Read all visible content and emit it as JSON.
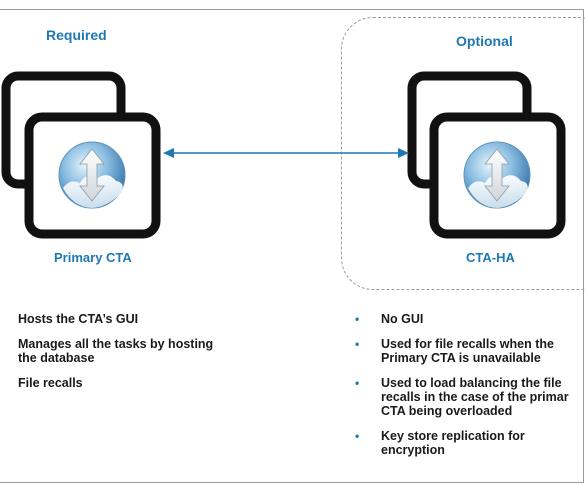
{
  "labels": {
    "required": "Required",
    "optional": "Optional",
    "primary": "Primary CTA",
    "ha": "CTA-HA"
  },
  "left_list": [
    "Hosts the CTA’s GUI",
    "Manages all the tasks by hosting\nthe database",
    "File recalls"
  ],
  "right_list": [
    "No GUI",
    "Used for file recalls when the\nPrimary CTA is unavailable",
    "Used to load balancing the file\nrecalls in the case of the primar\nCTA being overloaded",
    "Key store replication for\nencryption"
  ],
  "bullet_glyph": "•",
  "colors": {
    "accent": "#1f78b4",
    "arrow": "#1f78b4",
    "box": "#111111"
  }
}
